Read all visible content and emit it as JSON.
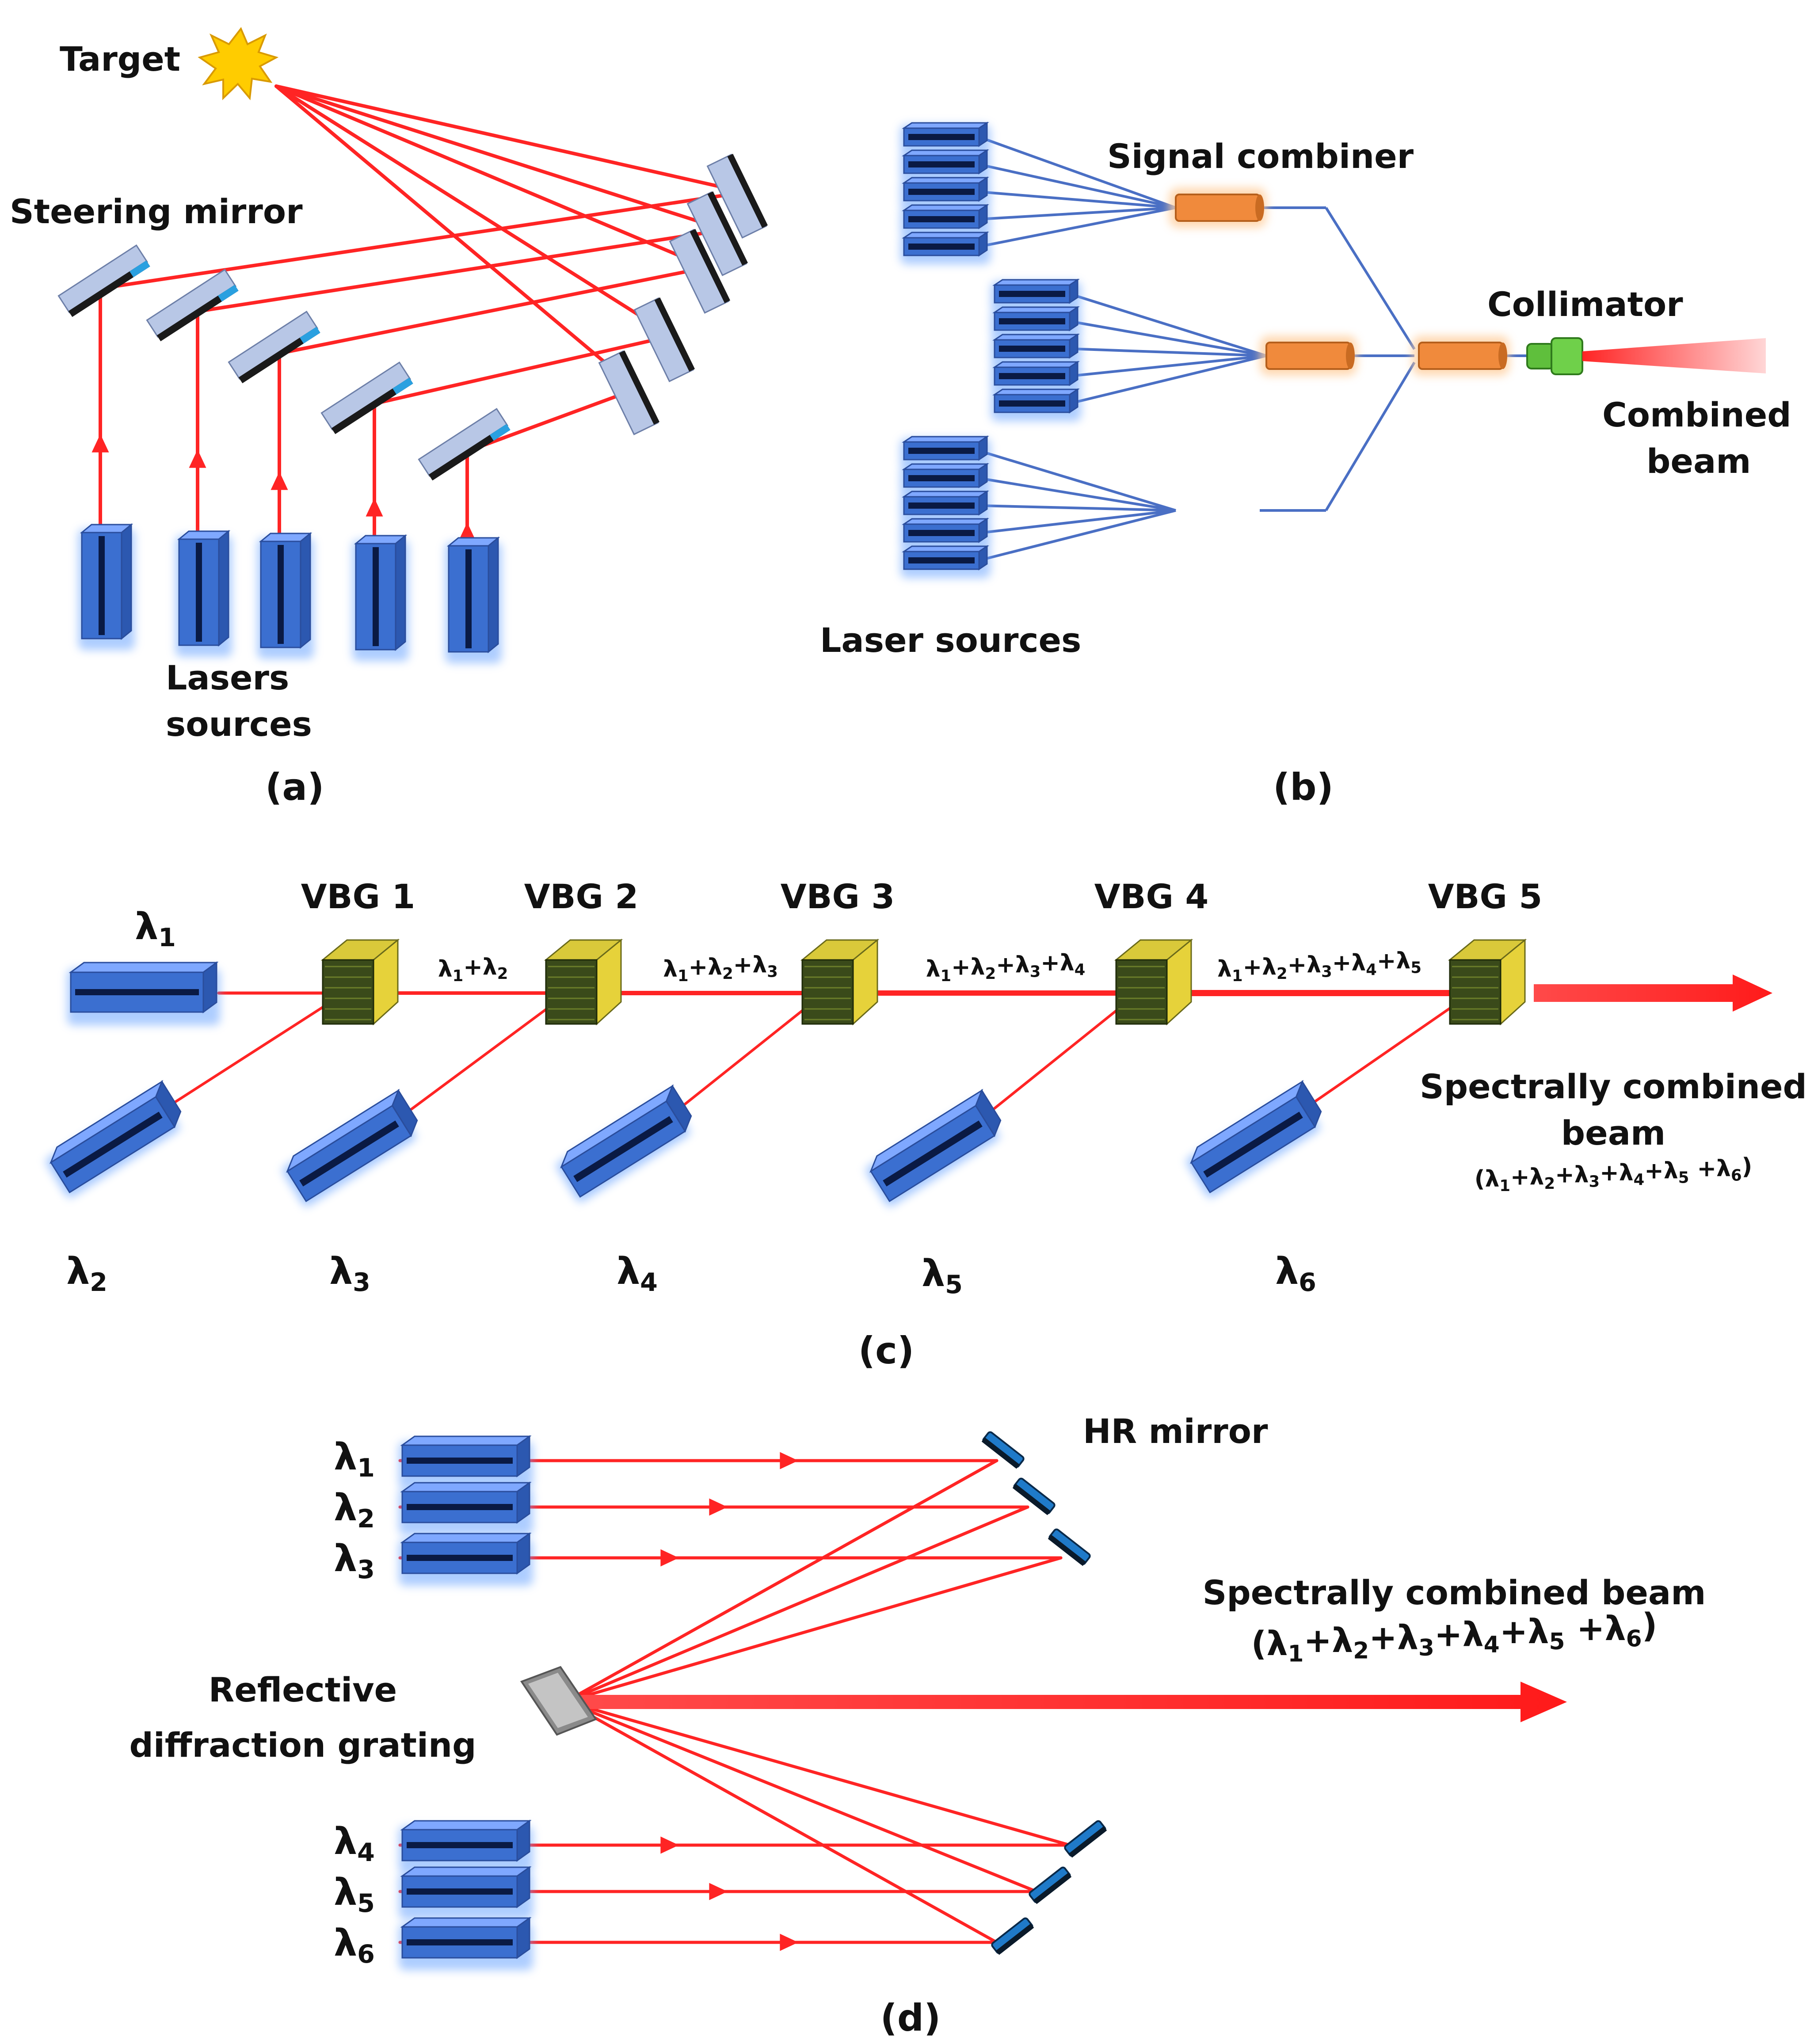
{
  "colors": {
    "beam": "#ff2424",
    "fiber": "#4a6fc4",
    "laser_body": "#3b6fd0",
    "laser_glow": "#6aa4ff",
    "combiner": "#f08a3c",
    "collimator": "#5fbf3c",
    "target": "#ffcc00",
    "vbg_face": "#3a4a1a",
    "vbg_edge": "#e6d23a",
    "grating": "#8a8a8a"
  },
  "panel_a": {
    "target_label": "Target",
    "mirror_label": "Steering mirror",
    "sources_label_line1": "Lasers",
    "sources_label_line2": "sources",
    "caption": "(a)"
  },
  "panel_b": {
    "combiner_label": "Signal combiner",
    "collimator_label": "Collimator",
    "output_label_line1": "Combined",
    "output_label_line2": "beam",
    "sources_label": "Laser sources",
    "caption": "(b)"
  },
  "panel_c": {
    "gratings": [
      "VBG 1",
      "VBG 2",
      "VBG 3",
      "VBG 4",
      "VBG 5"
    ],
    "lambda_symbol": "λ",
    "wavelength_indices": [
      "1",
      "2",
      "3",
      "4",
      "5",
      "6"
    ],
    "output_label_line1": "Spectrally combined",
    "output_label_line2": "beam",
    "caption": "(c)"
  },
  "panel_d": {
    "mirror_label": "HR mirror",
    "grating_label_line1": "Reflective",
    "grating_label_line2": "diffraction grating",
    "output_label": "Spectrally combined beam",
    "caption": "(d)"
  }
}
